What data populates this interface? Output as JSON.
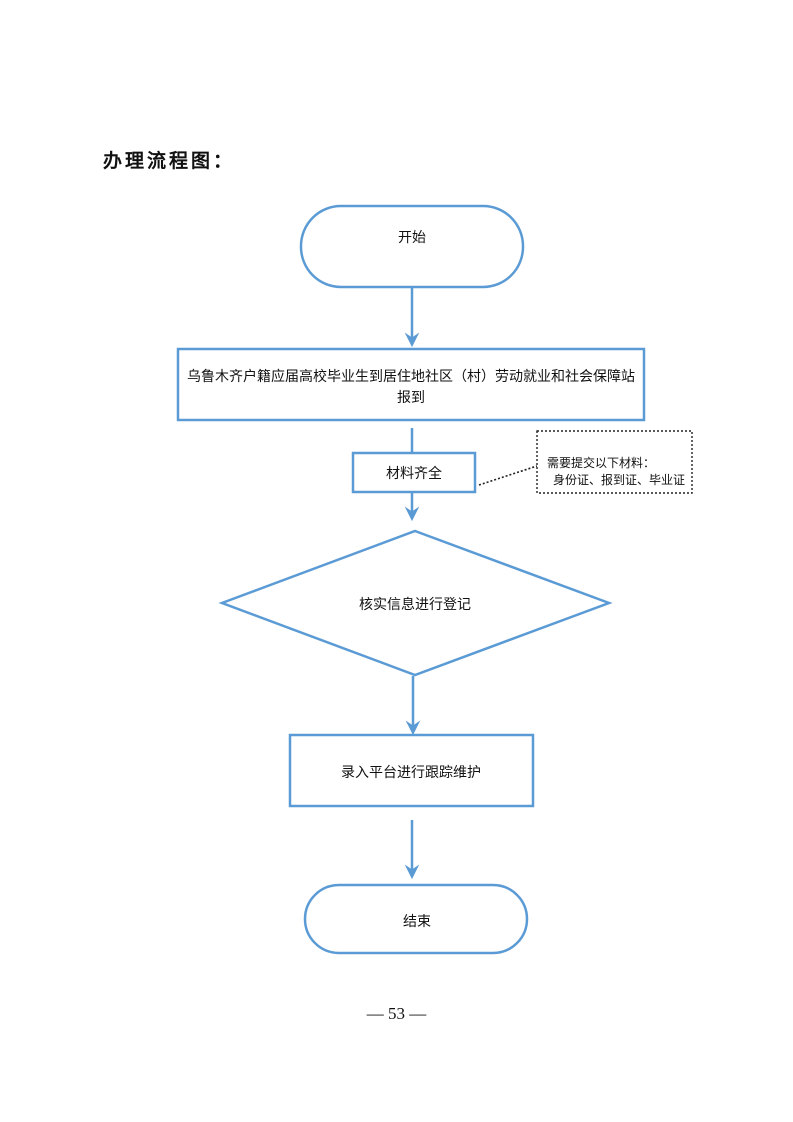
{
  "page": {
    "title": "办理流程图：",
    "page_number": "— 53 —"
  },
  "flow": {
    "start": "开始",
    "report": {
      "line1": "乌鲁木齐户籍应届高校毕业生到居住地社区（村）劳动就业和社会保障站",
      "line2": "报到"
    },
    "materials": "材料齐全",
    "note": {
      "line1": "需要提交以下材料：",
      "line2": "身份证、报到证、毕业证"
    },
    "verify": "核实信息进行登记",
    "entry": "录入平台进行跟踪维护",
    "end": "结束"
  },
  "colors": {
    "stroke": "#5b9bd5",
    "note_border": "#222222"
  }
}
